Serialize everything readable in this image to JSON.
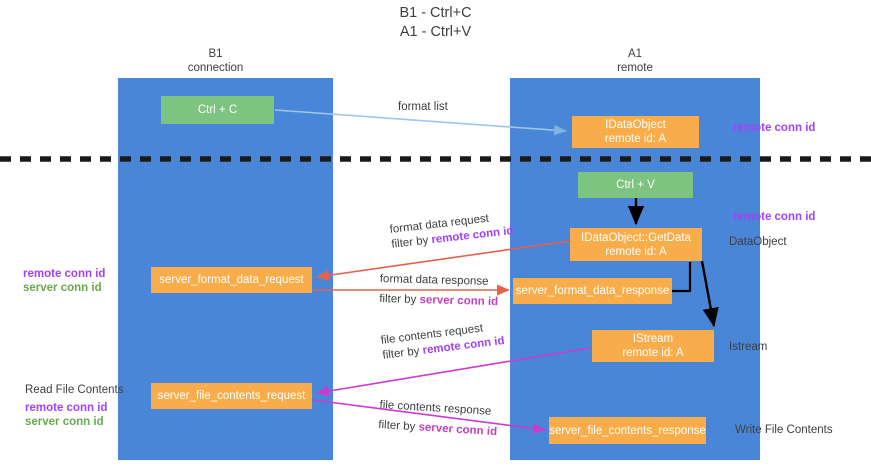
{
  "title": {
    "line1": "B1 - Ctrl+C",
    "line2": "A1 - Ctrl+V"
  },
  "columns": {
    "left": {
      "name": "B1",
      "role": "connection"
    },
    "right": {
      "name": "A1",
      "role": "remote"
    }
  },
  "nodes": {
    "ctrl_c": {
      "label": "Ctrl + C",
      "color": "#7cc47f"
    },
    "idataobject": {
      "label": "IDataObject",
      "sub": "remote id: A",
      "color": "#f9ad4a"
    },
    "ctrl_v": {
      "label": "Ctrl + V",
      "color": "#7cc47f"
    },
    "getdata": {
      "label": "IDataObject::GetData",
      "sub": "remote id: A",
      "color": "#f9ad4a"
    },
    "server_format_data_request": {
      "label": "server_format_data_request",
      "color": "#f9ad4a"
    },
    "server_format_data_response": {
      "label": "server_format_data_response",
      "color": "#f9ad4a"
    },
    "istream": {
      "label": "IStream",
      "sub": "remote id: A",
      "color": "#f9ad4a"
    },
    "server_file_contents_request": {
      "label": "server_file_contents_request",
      "color": "#f9ad4a"
    },
    "server_file_contents_response": {
      "label": "server_file_contents_response",
      "color": "#f9ad4a"
    }
  },
  "edges": {
    "format_list": {
      "label": "format list"
    },
    "format_data_request": {
      "label": "format data request",
      "filter_prefix": "filter by ",
      "filter_key": "remote conn id"
    },
    "format_data_response": {
      "label": "format data response",
      "filter_prefix": "filter by ",
      "filter_key": "server conn id"
    },
    "file_contents_request": {
      "label": "file contents request",
      "filter_prefix": "filter by ",
      "filter_key": "remote conn id"
    },
    "file_contents_response": {
      "label": "file contents response",
      "filter_prefix": "filter by ",
      "filter_key": "server conn id"
    }
  },
  "annotations": {
    "right_remote_conn_id_top": "remote conn id",
    "right_remote_conn_id_mid": "remote conn id",
    "right_dataobject": "DataObject",
    "right_istream": "Istream",
    "right_write_file_contents": "Write File Contents",
    "left_remote_conn_id": "remote conn id",
    "left_server_conn_id": "server conn id",
    "left_read_file_contents": "Read File Contents",
    "left_remote_conn_id_2": "remote conn id",
    "left_server_conn_id_2": "server conn id"
  },
  "colors": {
    "lane": "#4a86d8",
    "green_box": "#7cc47f",
    "orange_box": "#f9ad4a",
    "purple": "#a142f4",
    "green_text": "#6aa84f",
    "red_arrow": "#e8604c",
    "magenta_arrow": "#cc3bcc",
    "blue_arrow": "#9fc5e8",
    "black_arrow": "#000000",
    "divider": "#1a1a1a"
  }
}
